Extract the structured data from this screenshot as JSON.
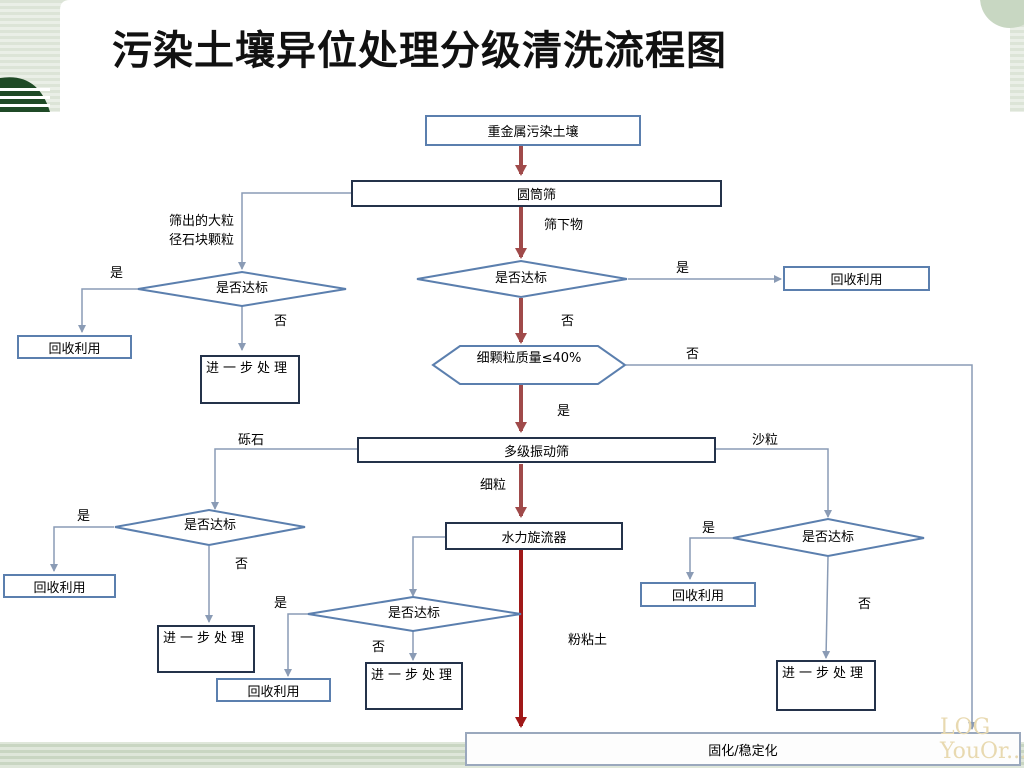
{
  "title": "污染土壤异位处理分级清洗流程图",
  "nodes": {
    "source": "重金属污染土壤",
    "drum_screen": "圆筒筛",
    "check_main": "是否达标",
    "recycle_main": "回收利用",
    "fine_ratio": "细颗粒质量≤40%",
    "vibrating_screen": "多级振动筛",
    "hydrocyclone": "水力旋流器",
    "solidify": "固化/稳定化",
    "check_coarse": "是否达标",
    "recycle_coarse": "回收利用",
    "further_coarse": "进一步处理",
    "check_gravel": "是否达标",
    "recycle_gravel": "回收利用",
    "further_gravel": "进一步处理",
    "check_cyclone": "是否达标",
    "recycle_cyclone": "回收利用",
    "further_cyclone": "进一步处理",
    "check_sand": "是否达标",
    "recycle_sand": "回收利用",
    "further_sand": "进一步处理"
  },
  "edge_labels": {
    "oversize_line1": "筛出的大粒",
    "oversize_line2": "径石块颗粒",
    "undersize": "筛下物",
    "main_yes": "是",
    "main_no": "否",
    "fine_no": "否",
    "fine_yes": "是",
    "gravel": "砾石",
    "sand": "沙粒",
    "fine_grain": "细粒",
    "silt_clay": "粉粘土",
    "coarse_yes": "是",
    "coarse_no": "否",
    "gravel_yes": "是",
    "gravel_no": "否",
    "cyclone_yes": "是",
    "cyclone_no": "否",
    "sand_yes": "是",
    "sand_no": "否"
  },
  "watermark": [
    "LOG",
    "YouOr..."
  ],
  "colors": {
    "main_arrow": "#a04a4a",
    "main_arrow_dark": "#a01818",
    "thin_arrow": "#8a9bb5",
    "box_border_blue": "#5b7fae",
    "box_border_dark": "#24324a",
    "header_green": "#1f4a26",
    "header_sage": "#cdd9c7"
  }
}
